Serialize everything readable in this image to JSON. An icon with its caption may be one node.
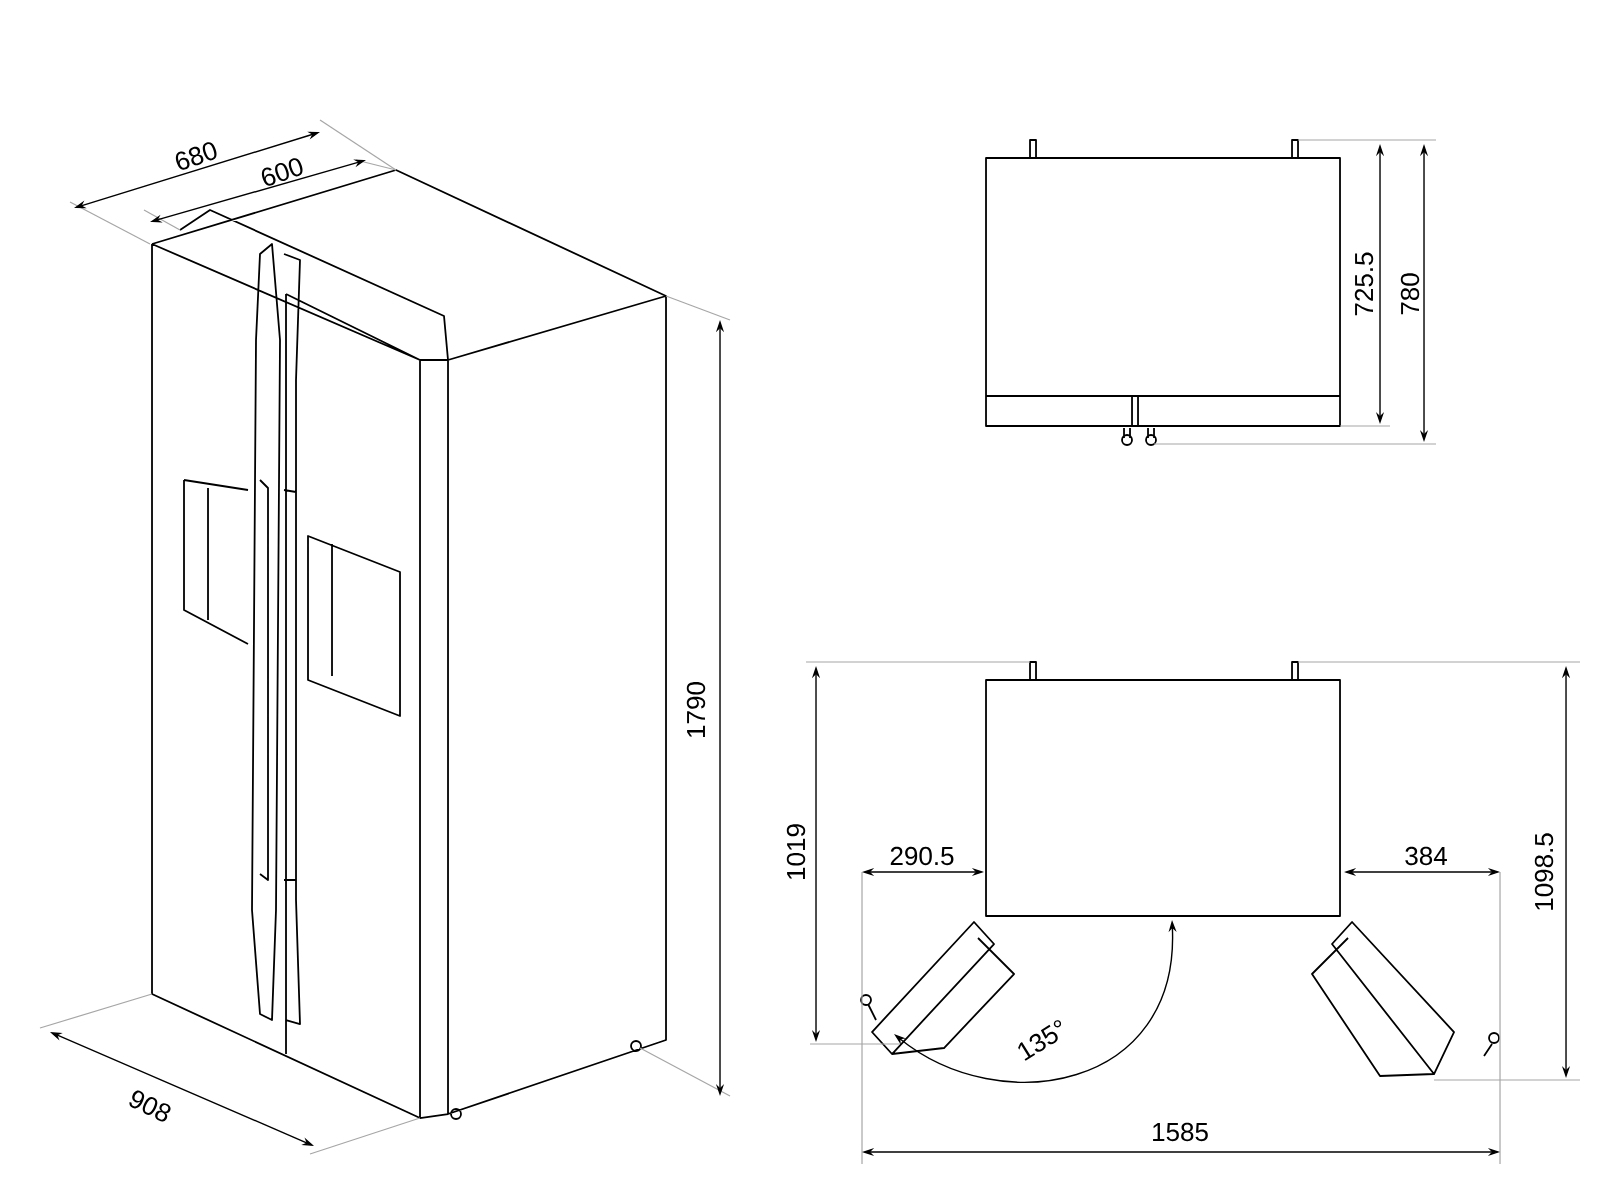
{
  "diagram": {
    "labels": [
      "680",
      "600",
      "725.5",
      "780",
      "1790",
      "1019",
      "290.5",
      "384",
      "1098.5",
      "908",
      "135°",
      "1585"
    ]
  }
}
